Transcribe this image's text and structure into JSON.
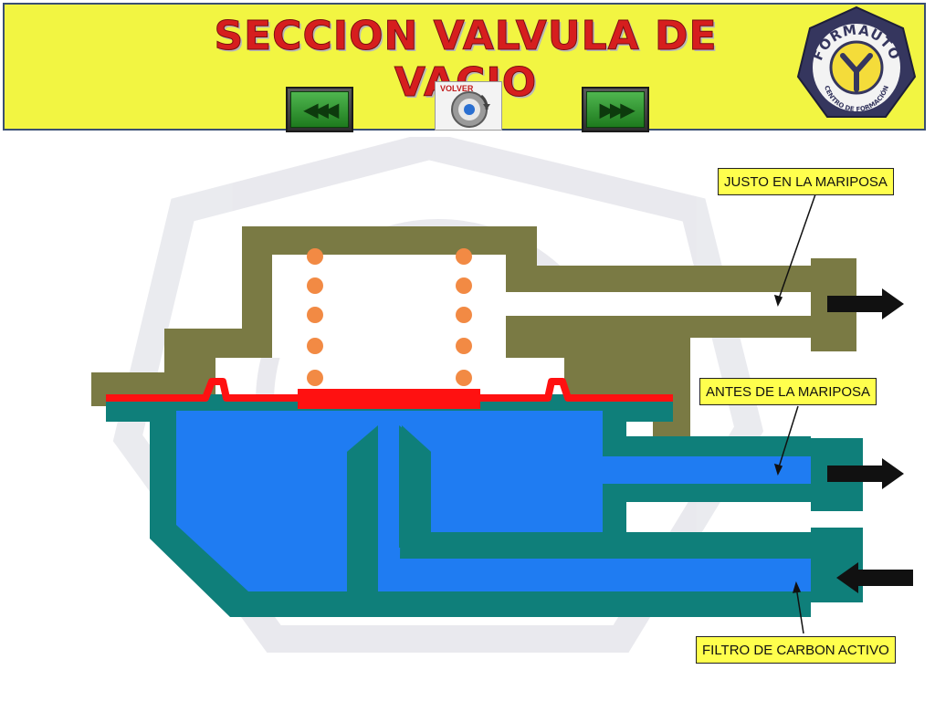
{
  "header": {
    "title": "SECCION VALVULA DE VACIO",
    "back_button_icon": "rewind-icon",
    "forward_button_icon": "fast-forward-icon",
    "return_button_label": "VOLVER",
    "logo_name": "FORMAUTO",
    "logo_subtitle": "CENTRO DE FORMACIÓN"
  },
  "labels": {
    "mariposa_justo": "JUSTO EN LA MARIPOSA",
    "mariposa_antes": "ANTES DE LA MARIPOSA",
    "filtro_carbon": "FILTRO DE CARBON ACTIVO"
  },
  "colors": {
    "header_bg": "#f2f542",
    "title": "#d61e1e",
    "upper_housing": "#7a7a44",
    "lower_housing": "#0f7f7a",
    "vacuum_chamber": "#1f7cf2",
    "diaphragm": "#ff1111",
    "spring": "#f28a44",
    "label_bg": "#ffff4d"
  }
}
